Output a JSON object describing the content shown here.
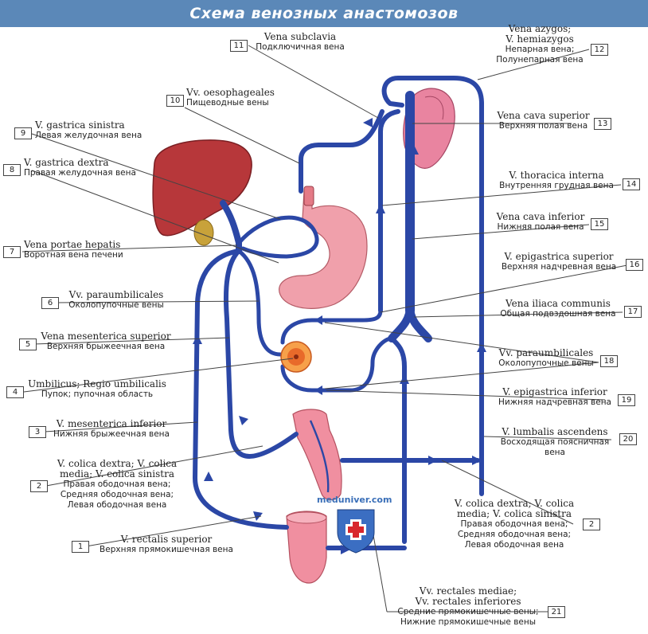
{
  "title": "Схема венозных анастомозов",
  "watermark": "meduniver.com",
  "labels": {
    "l11": {
      "num": "11",
      "lat": "Vena subclavia",
      "rus": "Подключичная вена"
    },
    "l12": {
      "num": "12",
      "lat": "Vena azygos;",
      "lat2": "V. hemiazygos",
      "rus": "Непарная вена;",
      "rus2": "Полунепарная вена"
    },
    "l10": {
      "num": "10",
      "lat": "Vv. oesophageales",
      "rus": "Пищеводные вены"
    },
    "l9": {
      "num": "9",
      "lat": "V. gastrica sinistra",
      "rus": "Левая желудочная вена"
    },
    "l8": {
      "num": "8",
      "lat": "V. gastrica dextra",
      "rus": "Правая желудочная вена"
    },
    "l13": {
      "num": "13",
      "lat": "Vena cava superior",
      "rus": "Верхняя полая вена"
    },
    "l14": {
      "num": "14",
      "lat": "V. thoracica interna",
      "rus": "Внутренняя грудная вена"
    },
    "l15": {
      "num": "15",
      "lat": "Vena cava inferior",
      "rus": "Нижняя полая вена"
    },
    "l7": {
      "num": "7",
      "lat": "Vena portae hepatis",
      "rus": "Воротная вена печени"
    },
    "l16": {
      "num": "16",
      "lat": "V. epigastrica superior",
      "rus": "Верхняя надчревная вена"
    },
    "l6": {
      "num": "6",
      "lat": "Vv. paraumbilicales",
      "rus": "Околопупочные вены"
    },
    "l17": {
      "num": "17",
      "lat": "Vena iliaca communis",
      "rus": "Общая подвздошная вена"
    },
    "l5": {
      "num": "5",
      "lat": "Vena mesenterica superior",
      "rus": "Верхняя брыжеечная вена"
    },
    "l18": {
      "num": "18",
      "lat": "Vv. paraumbilicales",
      "rus": "Околопупочные вены"
    },
    "l4": {
      "num": "4",
      "lat": "Umbilicus; Regio umbilicalis",
      "rus": "Пупок; пупочная область"
    },
    "l19": {
      "num": "19",
      "lat": "V. epigastrica inferior",
      "rus": "Нижняя надчревная вена"
    },
    "l3": {
      "num": "3",
      "lat": "V. mesenterica inferior",
      "rus": "Нижняя брыжеечная вена"
    },
    "l20": {
      "num": "20",
      "lat": "V. lumbalis ascendens",
      "rus": "Восходящая поясничная",
      "rus2": "вена"
    },
    "l2a": {
      "num": "2",
      "lat": "V. colica dextra; V. colica",
      "lat2": "media; V. colica sinistra",
      "rus": "Правая ободочная вена;",
      "rus2": "Средняя ободочная вена;",
      "rus3": "Левая ободочная вена"
    },
    "l2b": {
      "num": "2",
      "lat": "V. colica dextra; V. colica",
      "lat2": "media; V. colica sinistra",
      "rus": "Правая ободочная вена;",
      "rus2": "Средняя ободочная вена;",
      "rus3": "Левая ободочная вена"
    },
    "l1": {
      "num": "1",
      "lat": "V. rectalis superior",
      "rus": "Верхняя прямокишечная вена"
    },
    "l21": {
      "num": "21",
      "lat": "Vv. rectales mediae;",
      "lat2": "Vv. rectales inferiores",
      "rus": "Средние прямокишечные вены;",
      "rus2": "Нижние прямокишечные вены"
    }
  }
}
